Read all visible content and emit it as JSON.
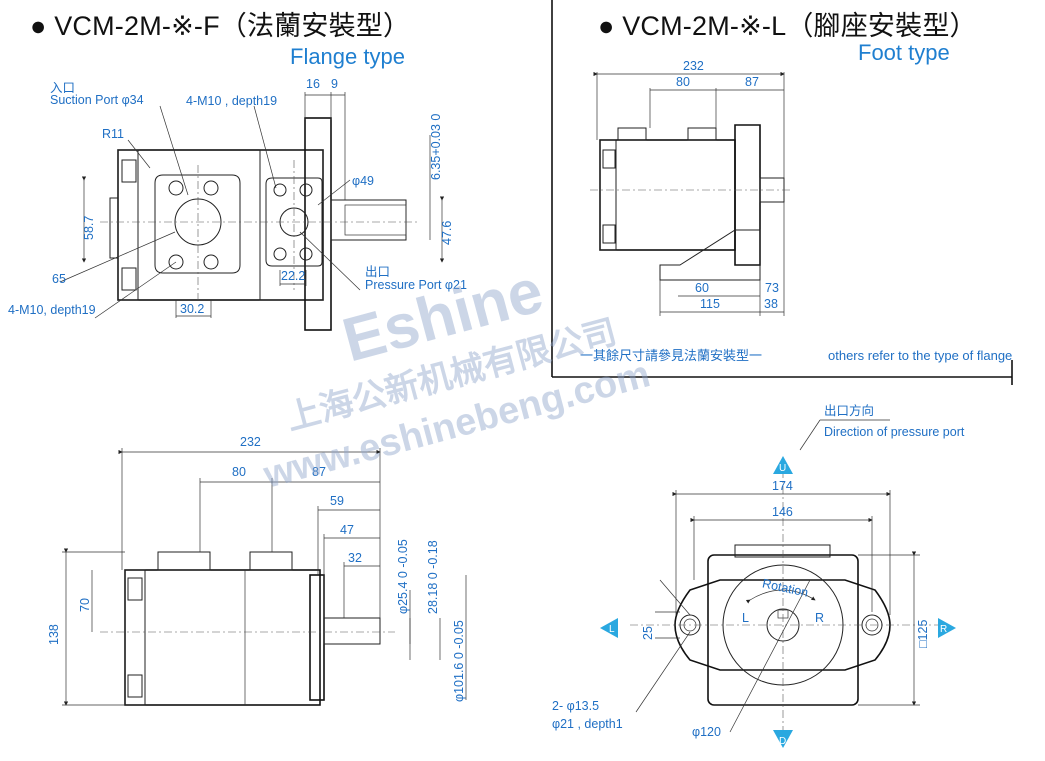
{
  "flange": {
    "title": "● VCM-2M-※-F（法蘭安裝型）",
    "subtitle": "Flange type",
    "suction_cn": "入口",
    "suction_en": "Suction Port φ34",
    "r11": "R11",
    "m10_top": "4-M10 , depth19",
    "d16": "16",
    "d9": "9",
    "phi49": "φ49",
    "tol_635": "6.35+0.03 0",
    "d587": "58.7",
    "d476": "47.6",
    "d65": "65",
    "d222": "22.2",
    "pressure_cn": "出口",
    "pressure_en": "Pressure Port φ21",
    "m10_bottom": "4-M10, depth19",
    "d302": "30.2"
  },
  "foot": {
    "title": "● VCM-2M-※-L（腳座安裝型）",
    "subtitle": "Foot type",
    "d232": "232",
    "d80": "80",
    "d87": "87",
    "d60": "60",
    "d73": "73",
    "d115": "115",
    "d38": "38",
    "note": "一其餘尺寸請參見法蘭安裝型一",
    "note_en": "others refer to the type of flange"
  },
  "side": {
    "d232": "232",
    "d80": "80",
    "d87": "87",
    "d59": "59",
    "d47": "47",
    "d32": "32",
    "d70": "70",
    "d138": "138",
    "phi254": "φ25.4 0 -0.05",
    "d2818": "28.18 0 -0.18",
    "phi1016": "φ101.6 0 -0.05"
  },
  "front": {
    "dir_cn": "出口方向",
    "dir_en": "Direction of pressure port",
    "u": "U",
    "l": "L",
    "r": "R",
    "d": "D",
    "d174": "174",
    "d146": "146",
    "d25": "25",
    "sq125": "□125",
    "rotation": "Rotation",
    "rot_l": "L",
    "rot_r": "R",
    "hole1": "2- φ13.5",
    "hole2": "φ21 , depth1",
    "phi120": "φ120"
  },
  "watermark": {
    "brand": "Eshine",
    "cn": "上海公新机械有限公司",
    "url": "www.eshinebeng.com"
  }
}
